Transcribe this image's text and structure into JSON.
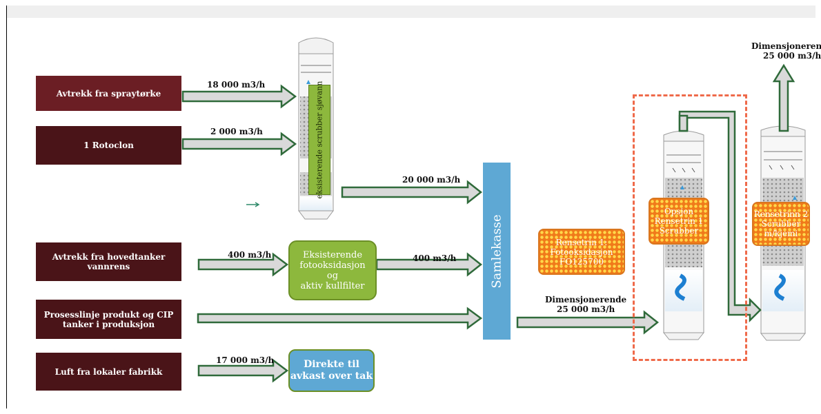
{
  "sources": {
    "spray": "Avtrekk fra spraytørke",
    "rotoclon": "1 Rotoclon",
    "hovedtanker": "Avtrekk fra hovedtanker vannrens",
    "prosesslinje": "Prosesslinje produkt og CIP tanker i produksjon",
    "luft": "Luft fra lokaler fabrikk"
  },
  "flows": {
    "spray": "18 000 m3/h",
    "rotoclon": "2 000 m3/h",
    "scrubber_out": "20 000 m3/h",
    "hovedtanker_in": "400 m3/h",
    "hovedtanker_out": "400 m3/h",
    "luft": "17 000 m3/h",
    "dim_mid_label": "Dimensjonerende",
    "dim_mid_value": "25 000 m3/h",
    "dim_top_label": "Dimensjonerende",
    "dim_top_value": "25 000 m3/h"
  },
  "boxes": {
    "scrubber_label": "eksisterende scrubber sjøvann",
    "foto_line1": "Eksisterende",
    "foto_line2": "fotooksidasjon",
    "foto_line3": "og",
    "foto_line4": "aktiv kullfilter",
    "direkte_line1": "Direkte til",
    "direkte_line2": "avkast over tak",
    "samlekasse": "Samlekasse",
    "rense1_line1": "Rensetrin 1:",
    "rense1_line2": "Fotooksidasjon",
    "rense1_line3": "FO125700",
    "opsjon_line1": "Opsjon",
    "opsjon_line2": "Rensetrin 1",
    "opsjon_line3": "Scrubber",
    "rense2_line1": "Rensetrinn 2",
    "rense2_line2": "Scrubber",
    "rense2_line3": "m/kjemi"
  },
  "colors": {
    "source_dark": "#4a1418",
    "source_mid": "#6b1e24",
    "green": "#8db83d",
    "blue": "#5ea8d4",
    "orange": "#f07a1a",
    "arrow_fill": "#d9d9d9",
    "arrow_stroke": "#2f6a3a",
    "dashed": "#ef6a4a"
  }
}
